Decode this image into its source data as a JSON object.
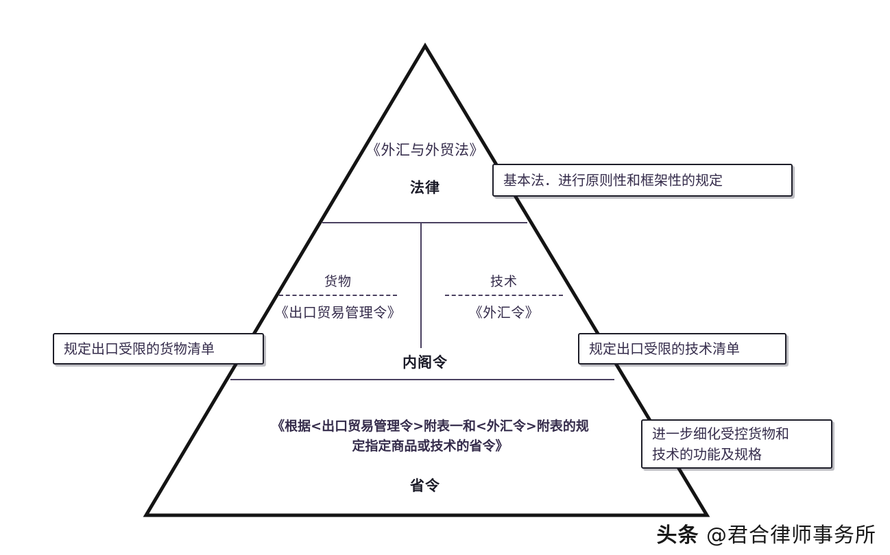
{
  "diagram": {
    "type": "pyramid-hierarchy",
    "title_text_present": false,
    "tiers": [
      {
        "id": "law",
        "label": "法律",
        "primary_text": "《外汇与外贸法》"
      },
      {
        "id": "cabinet-order",
        "label": "内阁令",
        "columns": [
          {
            "id": "goods",
            "category": "货物",
            "ordinance": "《出口贸易管理令》"
          },
          {
            "id": "technology",
            "category": "技术",
            "ordinance": "《外汇令》"
          }
        ]
      },
      {
        "id": "ministerial-ordinance",
        "label": "省令",
        "primary_text": "《根据<出口贸易管理令>附表一和<外汇令>附表的规定指定商品或技术的省令》"
      }
    ],
    "callouts": [
      {
        "id": "basic-law",
        "text": "基本法．进行原则性和框架性的规定",
        "points_to": "law"
      },
      {
        "id": "goods-list",
        "text": "规定出口受限的货物清单",
        "points_to": "goods"
      },
      {
        "id": "tech-list",
        "text": "规定出口受限的技术清单",
        "points_to": "technology"
      },
      {
        "id": "detail-spec",
        "line1": "进一步细化受控货物和",
        "line2": "技术的功能及规格",
        "points_to": "ministerial-ordinance"
      }
    ]
  },
  "watermark": {
    "head": "头条",
    "handle": "@君合律师事务所"
  },
  "colors": {
    "background": "#ffffff",
    "outline": "#141414",
    "text": "#352c4b",
    "tier_label": "#1b1b28",
    "divider": "#4a4060",
    "callout_border": "#1d1d28"
  }
}
